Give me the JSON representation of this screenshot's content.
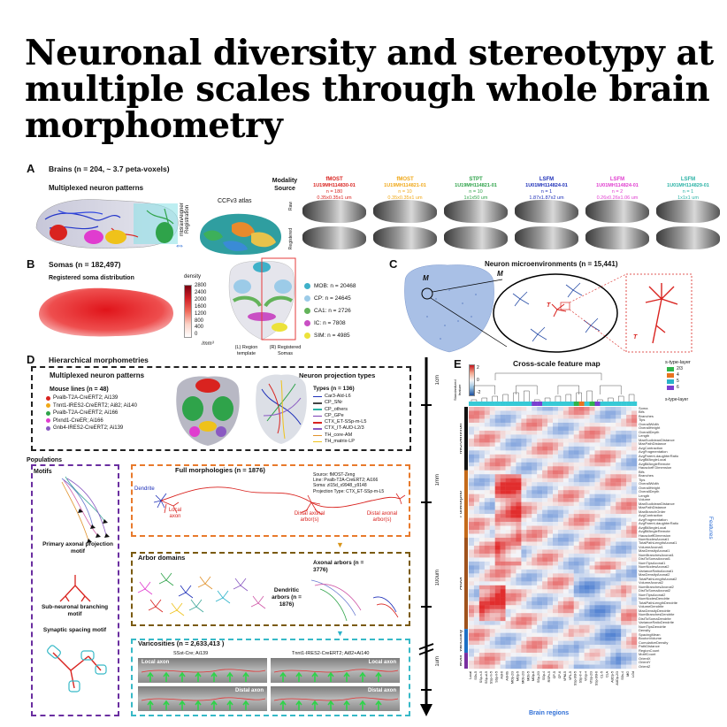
{
  "title": "Neuronal diversity and stereotypy at multiple scales through whole brain morphometry",
  "panelA": {
    "letter": "A",
    "heading": "Brains (n = 204, ~ 3.7 peta-voxels)",
    "subheading": "Multiplexed neuron patterns",
    "registration": "mBrainAligner Registration",
    "atlas": "CCFv3 atlas",
    "modality_label": "Modality Source",
    "raw": "Raw",
    "registered": "Registered",
    "modalities": [
      {
        "name": "fMOST",
        "id": "1U19MH114830-01",
        "n": "n = 180",
        "res": "0.35x0.35x1 um",
        "color": "#d9231f"
      },
      {
        "name": "fMOST",
        "id": "1U19MH114821-01",
        "n": "n = 10",
        "res": "0.35x0.35x1 um",
        "color": "#f0a818"
      },
      {
        "name": "STPT",
        "id": "1U19MH114821-01",
        "n": "n = 10",
        "res": "1x1x50 um",
        "color": "#2fa34a"
      },
      {
        "name": "LSFM",
        "id": "1U01MH114824-01",
        "n": "n = 1",
        "res": "1.87x1.87x2 um",
        "color": "#1d2fb8"
      },
      {
        "name": "LSFM",
        "id": "1U01MH114824-01",
        "n": "n = 2",
        "res": "0.26x0.26x1.06 um",
        "color": "#e03ccf"
      },
      {
        "name": "LSFM",
        "id": "1U01MH114829-01",
        "n": "n = 1",
        "res": "1x1x1 um",
        "color": "#2ab2a5"
      }
    ]
  },
  "panelB": {
    "letter": "B",
    "heading": "Somas (n = 182,497)",
    "subheading": "Registered soma distribution",
    "density_label": "density",
    "density_ticks": [
      "2800",
      "2400",
      "2000",
      "1600",
      "1200",
      "800",
      "400",
      "0"
    ],
    "unit": "/mm³",
    "region_template": "(L) Region template",
    "registered_somas": "(R) Registered Somas",
    "regions": [
      {
        "label": "MOB: n = 20468",
        "color": "#3fb1c9"
      },
      {
        "label": "CP: n = 24645",
        "color": "#9ccbe8"
      },
      {
        "label": "CA1: n = 2726",
        "color": "#63b35a"
      },
      {
        "label": "IC: n = 7808",
        "color": "#c94fc4"
      },
      {
        "label": "SIM: n = 4985",
        "color": "#ece23a"
      }
    ]
  },
  "panelC": {
    "letter": "C",
    "heading": "Neuron microenvironments (n = 15,441)",
    "M": "M",
    "T": "T"
  },
  "panelD": {
    "letter": "D",
    "heading": "Hierarchical morphometries",
    "populations": "Populations",
    "multiplexed": "Multiplexed neuron patterns",
    "mouse_lines_head": "Mouse lines (n = 48)",
    "mouse_lines": [
      {
        "label": "Pvalb-T2A-CreERT2; Ai139",
        "color": "#d9231f"
      },
      {
        "label": "Tnnt1-IRES2-CreERT2; Ai82; Ai140",
        "color": "#f0a818"
      },
      {
        "label": "Pvalb-T2A-CreERT2; Ai166",
        "color": "#2fa34a"
      },
      {
        "label": "Plxnd1-CreER; Ai166",
        "color": "#e03ccf"
      },
      {
        "label": "Gnb4-IRES2-CreERT2; Ai139",
        "color": "#8a5ac2"
      }
    ],
    "projection_head": "Neuron projection types",
    "types_head": "Types (n = 136)",
    "types": [
      {
        "label": "Car3-Ald-L6",
        "color": "#1d2fb8"
      },
      {
        "label": "CP_SNr",
        "color": "#444"
      },
      {
        "label": "CP_others",
        "color": "#2ab2a5"
      },
      {
        "label": "CP_GPe",
        "color": "#7a3fb5"
      },
      {
        "label": "CTX_ET-SSp-m-L5",
        "color": "#d9231f"
      },
      {
        "label": "CTX_IT-AUD-L2/3",
        "color": "#8a5ac2"
      },
      {
        "label": "TH_core-AM",
        "color": "#e0922c"
      },
      {
        "label": "TH_matrix-LP",
        "color": "#efc21a"
      }
    ],
    "motifs": "Motifs",
    "primary_motif": "Primary axonal projection motif",
    "subneuronal_motif": "Sub-neuronal branching motif",
    "synaptic_motif": "Synaptic spacing motif",
    "full_morph_head": "Full morphologies (n = 1876)",
    "source_lines": [
      "Source: fMOST-Zeng",
      "Line: Pvalb-T2A-CreERT2; Ai166",
      "Soma: zl15d_x9948_y9148",
      "Projection Type: CTX_ET-SSp-m-L5"
    ],
    "dendrite": "Dendrite",
    "local_axon": "Local axon",
    "distal_axon1": "Distal axonal arbor(s)",
    "distal_axon2": "Distal axonal arbor(s)",
    "arbor_head": "Arbor domains",
    "axonal_arbors": "Axonal arbors (n = 3776)",
    "dendritic_arbors": "Dendritic arbors (n = 1876)",
    "varicosities_head": "Varicosities (n = 2,633,413 )",
    "sst_label": "SSst-Cre; Ai139",
    "tnnt_label": "Tnnt1-IRES2-CreERT2; Ai82+Ai140",
    "local_axon_a": "Local axon",
    "local_axon_b": "Local axon",
    "distal_axon_a": "Distal axon",
    "distal_axon_b": "Distal axon",
    "scale_labels": [
      "1cm",
      "1mm",
      "100um",
      "1um"
    ]
  },
  "panelE": {
    "letter": "E",
    "heading": "Cross-scale feature map",
    "colorbar_label": "Standardized feature",
    "colorbar_ticks": [
      "2",
      "0",
      "-2"
    ],
    "stype_head": "s-type-layer",
    "stype_items": [
      {
        "label": "2/3",
        "color": "#2fb44a"
      },
      {
        "label": "4",
        "color": "#e8731f"
      },
      {
        "label": "5",
        "color": "#2ab2c9"
      },
      {
        "label": "6",
        "color": "#7a3fd0"
      }
    ],
    "stype_text": "s-type-layer",
    "row_groups": [
      "Microenviron",
      "FullMorpho",
      "Arbor",
      "Varicosity",
      "Motif"
    ],
    "row_group_colors": [
      "#111111",
      "#c46a1a",
      "#a0521c",
      "#1d6fc4",
      "#7a2fa0"
    ],
    "features_label": "Features",
    "xlabel": "Brain regions",
    "feature_rows": [
      "Soma",
      "Bifs",
      "Branches",
      "Tips",
      "OverallWidth",
      "OverallHeight",
      "OverallDepth",
      "Length",
      "MaxEuclideanDistance",
      "MaxPathDistance",
      "AvgContraction",
      "AvgFragmentation",
      "AvgParent-daughterRatio",
      "AvgBifAngleLocal",
      "AvgBifAngleRemote",
      "Hausdorff Dimension",
      "Bifs",
      "Branches",
      "Tips",
      "OverallWidth",
      "OverallHeight",
      "OverallDepth",
      "Length",
      "Volume",
      "MaxEuclideanDistance",
      "MaxPathDistance",
      "MaxBranchOrder",
      "AvgContraction",
      "AvgFragmentation",
      "AvgParent-daughterRatio",
      "AvgBifAngleLocal",
      "AvgBifAngleRemote",
      "HausdorffDimension",
      "NumNodesAxonal1",
      "TotalPathLengthAxonal1",
      "VolumeAxonal1",
      "MaxDensityAxonal1",
      "NumBranchesAxonal1",
      "DistToSomaAxonal1",
      "NumTipsAxonal1",
      "NumNodesAxonal2",
      "VarianceRatioAxonal1",
      "MaxDensityAxonal2",
      "TotalPathLengthAxonal2",
      "VolumeAxonal2",
      "NumBranchesAxonal2",
      "DistToSomaAxonal2",
      "NumTipsAxonal2",
      "NumNodesDendrite",
      "TotalPathLengthDendrite",
      "VolumeDendrite",
      "MaxDensityDendrite",
      "NumBranchesDendrite",
      "DistToSomaDendrite",
      "VarianceRatioDendrite",
      "NumTipsDendrite",
      "Density",
      "SpacingMean",
      "BoutonVolume",
      "CumulativeDensity",
      "PathDistance",
      "RegionCount",
      "MotifCount",
      "OrientX",
      "OrientY",
      "OrientZ"
    ],
    "brain_regions": [
      "Local",
      "SSs-5",
      "SSp-n-5",
      "SSp-ul-5",
      "SSp-m-5",
      "SSp-ll-5",
      "AId-6",
      "AId-6b",
      "MOp-2/3",
      "MOp-5",
      "MOs-2/3",
      "MOs-5",
      "MOp-6",
      "SSp-2/3",
      "SSp-4",
      "RSPv-5",
      "CP-5",
      "CP-6",
      "VPM-5",
      "VPL-5",
      "SSp-bfd-5",
      "SSp-tr-4",
      "VISp-4",
      "VISp-2/3",
      "SSp-bfd-6",
      "CL-5",
      "CLA",
      "AUDp-5",
      "AUDp-2/3",
      "SSs-4",
      "MG",
      "LGd"
    ]
  }
}
